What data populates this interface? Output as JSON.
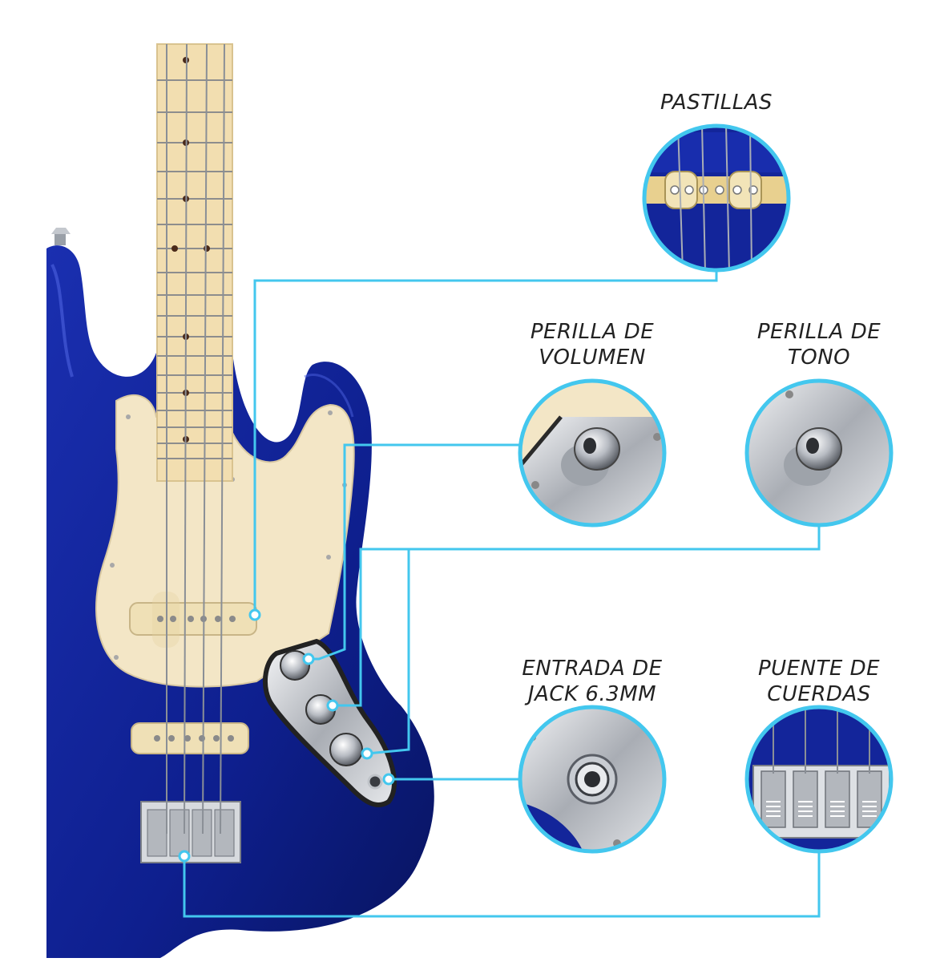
{
  "callouts": {
    "pickups": {
      "label": "PASTILLAS",
      "icon": "pickup-closeup-icon"
    },
    "volume_knob": {
      "label": "PERILLA DE\nVOLUMEN",
      "icon": "volume-knob-closeup-icon"
    },
    "tone_knob": {
      "label": "PERILLA DE\nTONO",
      "icon": "tone-knob-closeup-icon"
    },
    "jack_input": {
      "label": "ENTRADA DE\nJACK 6.3MM",
      "icon": "jack-closeup-icon"
    },
    "bridge": {
      "label": "PUENTE DE\nCUERDAS",
      "icon": "bridge-closeup-icon"
    }
  },
  "colors": {
    "body_blue": "#0d1f8c",
    "pickguard_cream": "#f3e6c6",
    "maple_neck": "#f2deb0",
    "callout_cyan": "#43c7ee",
    "chrome": "#cfd3d8"
  }
}
